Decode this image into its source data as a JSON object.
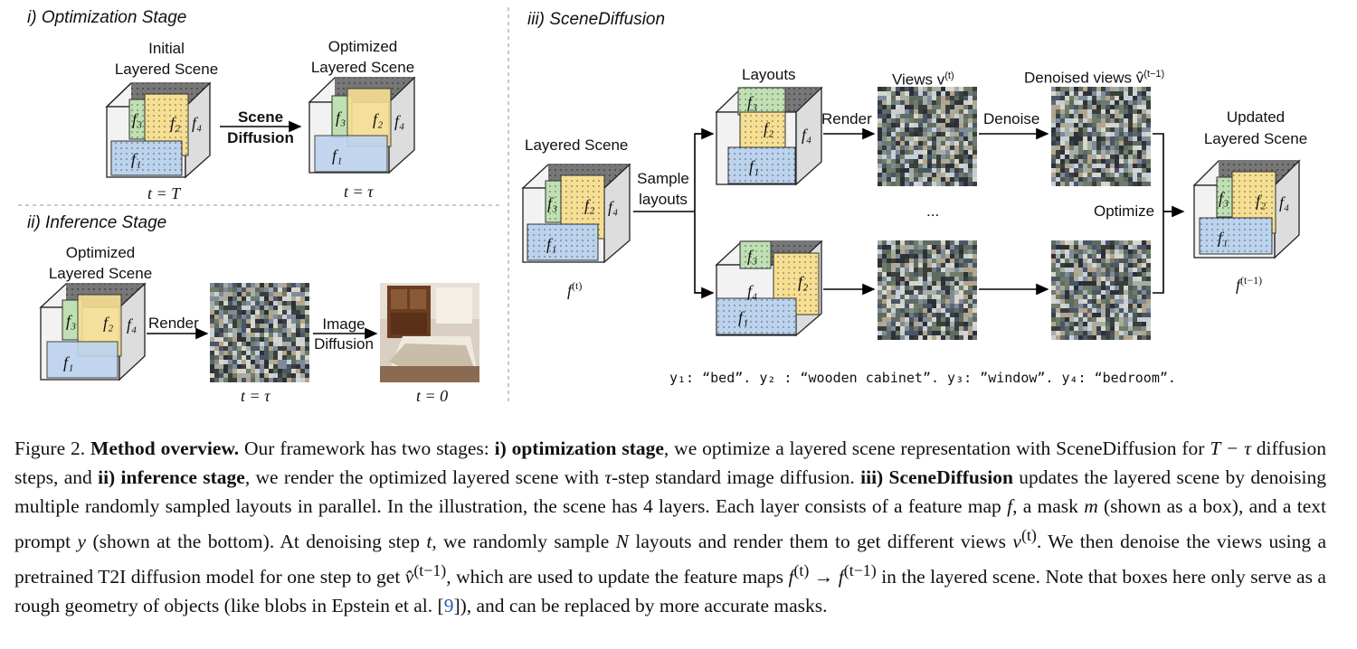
{
  "stage1": {
    "title": "i) Optimization Stage",
    "initial_label_l1": "Initial",
    "initial_label_l2": "Layered Scene",
    "optimized_label_l1": "Optimized",
    "optimized_label_l2": "Layered Scene",
    "arrow_label_l1": "Scene",
    "arrow_label_l2": "Diffusion",
    "time_left": "t = T",
    "time_right": "t = τ"
  },
  "stage2": {
    "title": "ii) Inference Stage",
    "scene_label_l1": "Optimized",
    "scene_label_l2": "Layered Scene",
    "render_label": "Render",
    "image_label_l1": "Image",
    "image_label_l2": "Diffusion",
    "time_mid": "t = τ",
    "time_right": "t = 0"
  },
  "stage3": {
    "title": "iii) SceneDiffusion",
    "layered_scene_label": "Layered Scene",
    "sample_l1": "Sample",
    "sample_l2": "layouts",
    "layouts_label": "Layouts",
    "render_label": "Render",
    "views_label": "Views v",
    "views_sup": "(t)",
    "denoise_label": "Denoise",
    "denoised_label": "Denoised views v̂",
    "denoised_sup": "(t−1)",
    "optimize_label": "Optimize",
    "updated_l1": "Updated",
    "updated_l2": "Layered Scene",
    "ellipsis": "...",
    "f_t": "f",
    "f_t_sup": "(t)",
    "f_t1": "f",
    "f_t1_sup": "(t−1)",
    "prompts": "y₁: “bed”. y₂ : “wooden cabinet”. y₃: ”window”. y₄: “bedroom”."
  },
  "layers": {
    "f1": "f₁",
    "f2": "f₂",
    "f3": "f₃",
    "f4": "f₄"
  },
  "colors": {
    "blue": "#bcd3ee",
    "yellow": "#f6df92",
    "green": "#bfe0b2",
    "dark": "#6e6e6e"
  },
  "caption": {
    "fig": "Figure 2.",
    "title": "Method overview.",
    "p1": " Our framework has two stages: ",
    "s1": "i) optimization stage",
    "p2": ", we optimize a layered scene representation with SceneDiffusion for ",
    "m1": "T − τ",
    "p3": " diffusion steps, and ",
    "s2": "ii) inference stage",
    "p4": ", we render the optimized layered scene with ",
    "m2": "τ",
    "p5": "-step standard image diffusion. ",
    "s3": "iii) SceneDiffusion",
    "p6": " updates the layered scene by denoising multiple randomly sampled layouts in parallel. In the illustration, the scene has 4 layers. Each layer consists of a feature map ",
    "m3": "f",
    "p7": ", a mask ",
    "m4": "m",
    "p8": " (shown as a box), and a text prompt ",
    "m5": "y",
    "p9": " (shown at the bottom). At denoising step ",
    "m6": "t",
    "p10": ", we randomly sample ",
    "m7": "N",
    "p11": " layouts and render them to get different views ",
    "m8": "v",
    "m8s": "(t)",
    "p12": ". We then denoise the views using a pretrained T2I diffusion model for one step to get ",
    "m9": "v̂",
    "m9s": "(t−1)",
    "p13": ", which are used to update the feature maps ",
    "m10": "f",
    "m10s": "(t)",
    "m10b": " → ",
    "m11": "f",
    "m11s": "(t−1)",
    "p14": " in the layered scene. Note that boxes here only serve as a rough geometry of objects (like blobs in  Epstein et al. [",
    "cite": "9",
    "p15": "]), and can be replaced by more accurate masks."
  }
}
